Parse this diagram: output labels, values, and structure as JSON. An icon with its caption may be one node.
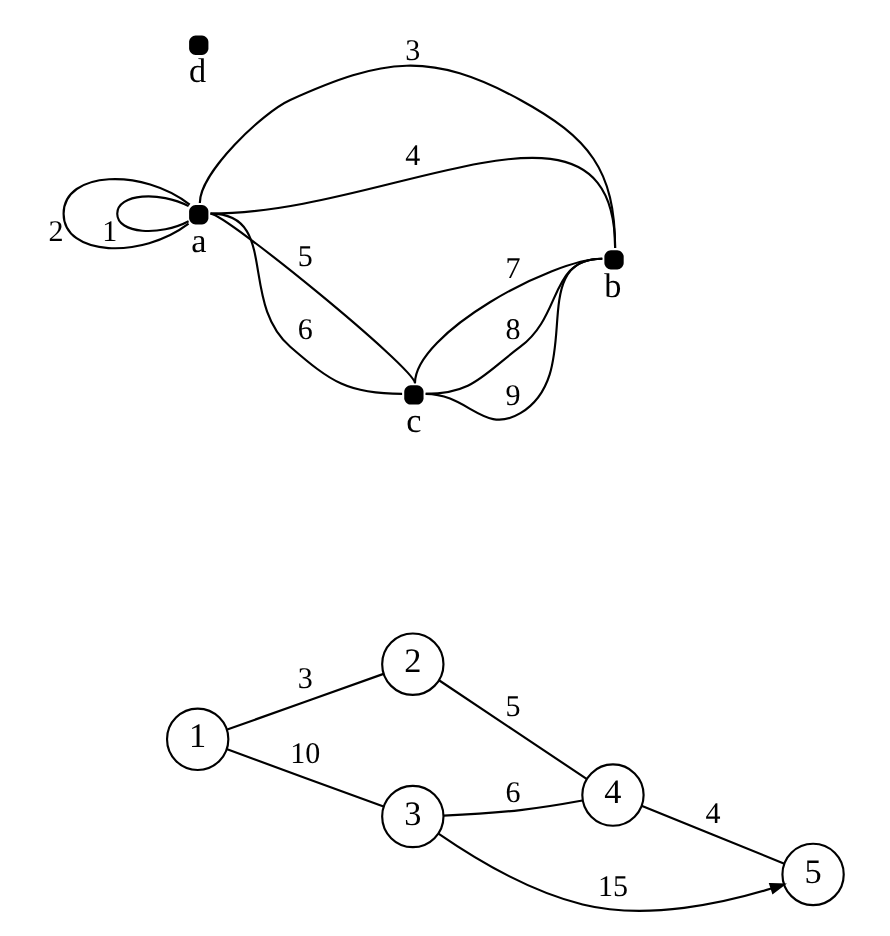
{
  "diagram": {
    "nodes": [
      {
        "text": [
          "1"
        ]
      },
      {
        "text": [
          "2"
        ]
      },
      {
        "text": [
          "3"
        ]
      },
      {
        "text": [
          "4"
        ]
      },
      {
        "text": [
          "5"
        ]
      },
      {
        "text": [],
        "shape": "circle",
        "beside": [
          "a"
        ]
      },
      {
        "text": [],
        "shape": "circle",
        "beside": [
          "b"
        ]
      },
      {
        "text": [],
        "shape": "circle",
        "beside": [
          "c"
        ]
      },
      {
        "text": [],
        "shape": "circle",
        "beside": [
          "d"
        ]
      }
    ],
    "edges": [
      {
        "from": 0,
        "to": 1,
        "arrow": "none",
        "label": "3"
      },
      {
        "from": 0,
        "to": 2,
        "arrow": "none",
        "label": "10"
      },
      {
        "from": 1,
        "to": 3,
        "arrow": "none",
        "label": "5"
      },
      {
        "from": 2,
        "to": 3,
        "arrow": "none",
        "label": "6"
      },
      {
        "from": 3,
        "to": 4,
        "arrow": "none",
        "label": "4"
      },
      {
        "from": 2,
        "to": 4,
        "arrow": "to",
        "label": "15"
      },
      {
        "from": 5,
        "to": 5,
        "arrow": "none",
        "label": "1"
      },
      {
        "from": 5,
        "to": 5,
        "arrow": "none",
        "label": "2"
      },
      {
        "from": 5,
        "to": 6,
        "arrow": "none",
        "label": "3"
      },
      {
        "from": 5,
        "to": 6,
        "arrow": "none",
        "label": "4"
      },
      {
        "from": 5,
        "to": 7,
        "arrow": "none",
        "label": "5"
      },
      {
        "from": 5,
        "to": 7,
        "arrow": "none",
        "label": "6"
      },
      {
        "from": 7,
        "to": 6,
        "arrow": "none",
        "label": "7"
      },
      {
        "from": 7,
        "to": 6,
        "arrow": "none",
        "label": "8"
      },
      {
        "from": 7,
        "to": 6,
        "arrow": "none",
        "label": "9"
      }
    ]
  }
}
